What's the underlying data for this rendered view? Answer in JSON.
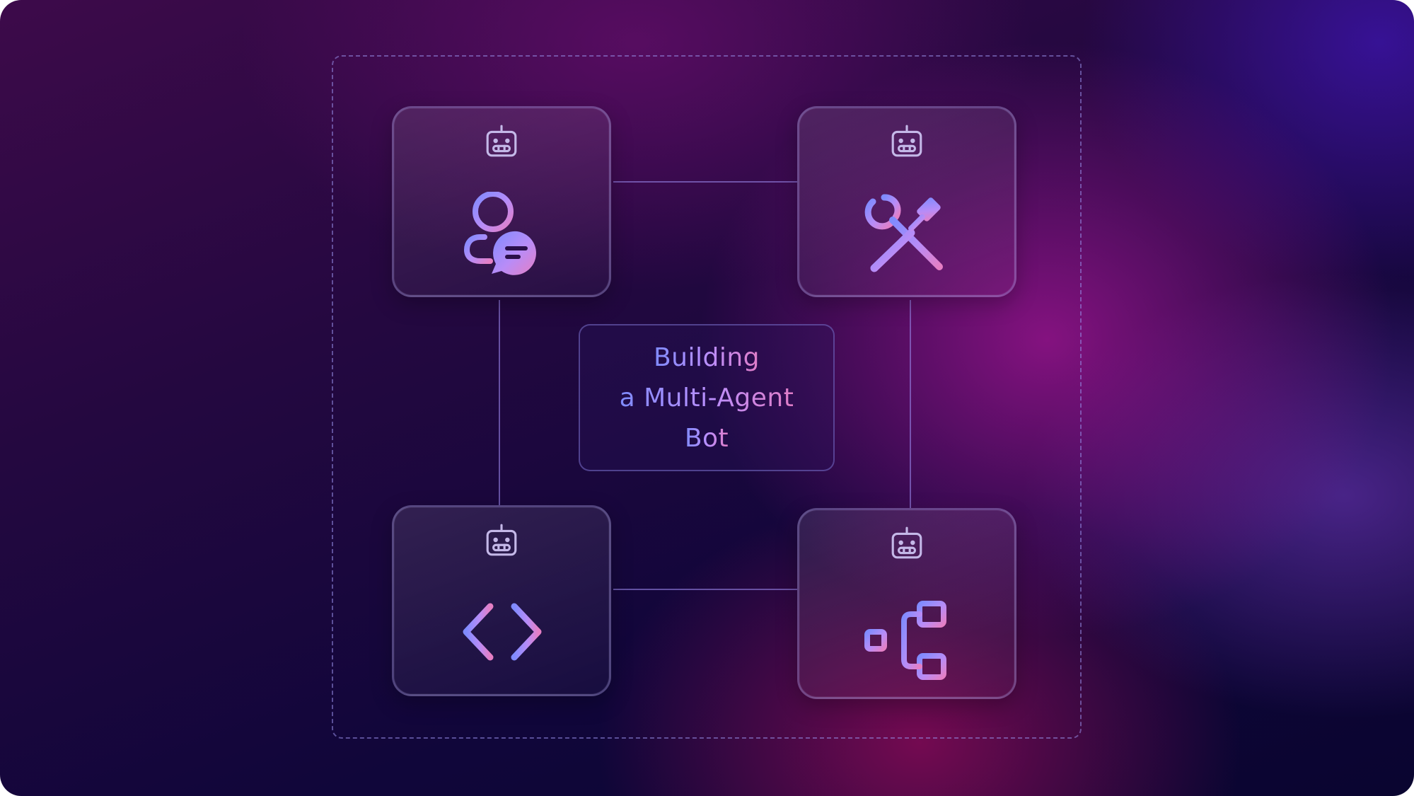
{
  "title": {
    "lines": [
      "Building",
      "a Multi-Agent",
      "Bot"
    ]
  },
  "colors": {
    "icon_gradient_start": "#7f8bff",
    "icon_gradient_mid": "#b88cf7",
    "icon_gradient_end": "#e57fc4",
    "bot_icon": "#c4b8e8",
    "connector": "#9682e6"
  },
  "agents": [
    {
      "id": "top-left",
      "badge_icon": "robot-icon",
      "icon": "user-chat-icon"
    },
    {
      "id": "top-right",
      "badge_icon": "robot-icon",
      "icon": "tools-icon"
    },
    {
      "id": "bottom-left",
      "badge_icon": "robot-icon",
      "icon": "code-icon"
    },
    {
      "id": "bottom-right",
      "badge_icon": "robot-icon",
      "icon": "hierarchy-icon"
    }
  ]
}
